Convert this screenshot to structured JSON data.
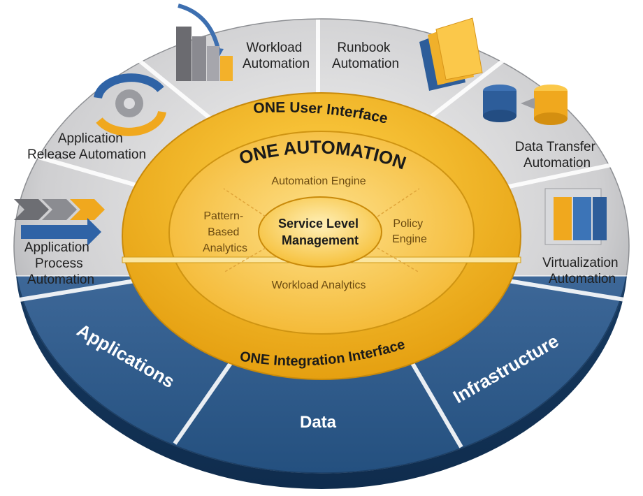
{
  "diagram": {
    "segments": {
      "workload": [
        "Workload",
        "Automation"
      ],
      "runbook": [
        "Runbook",
        "Automation"
      ],
      "release": [
        "Application",
        "Release Automation"
      ],
      "datatransfer": [
        "Data Transfer",
        "Automation"
      ],
      "process": [
        "Application",
        "Process",
        "Automation"
      ],
      "virtualization": [
        "Virtualization",
        "Automation"
      ]
    },
    "rings": {
      "user_interface": "ONE User Interface",
      "automation": "ONE AUTOMATION",
      "integration_interface": "ONE Integration Interface"
    },
    "inner": {
      "engine": "Automation Engine",
      "analytics_left": [
        "Pattern-",
        "Based",
        "Analytics"
      ],
      "policy": [
        "Policy",
        "Engine"
      ],
      "workload_analytics": "Workload Analytics",
      "center": [
        "Service Level",
        "Management"
      ]
    },
    "base": {
      "applications": "Applications",
      "data": "Data",
      "infrastructure": "Infrastructure"
    }
  }
}
